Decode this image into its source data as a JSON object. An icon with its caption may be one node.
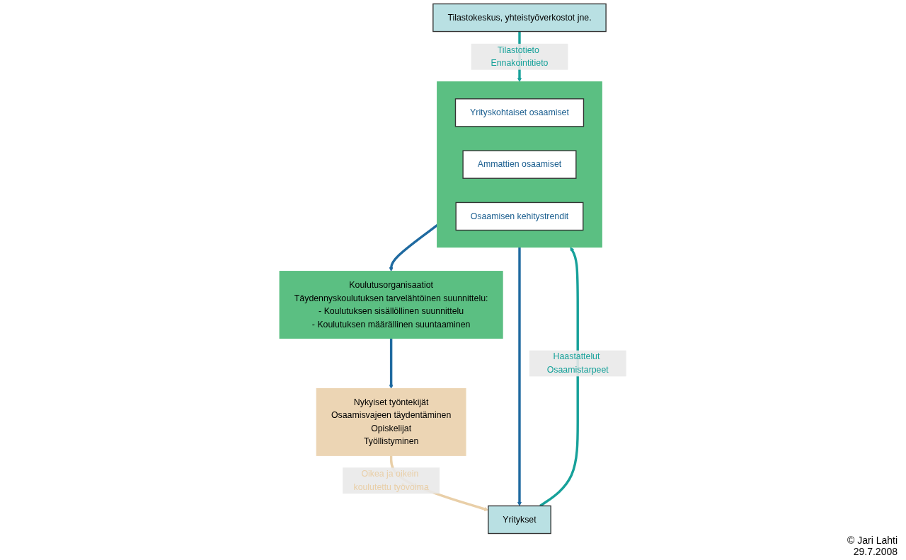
{
  "diagram": {
    "nodes": [
      {
        "text": [
          "Yritykset"
        ]
      },
      {
        "text": [
          "Tilastokeskus, yhteistyöverkostot jne."
        ]
      },
      {
        "text": [],
        "shape": "box"
      },
      {
        "text": [
          "Yrityskohtaiset osaamiset"
        ],
        "in": 2
      },
      {
        "text": [
          "Ammattien osaamiset"
        ],
        "in": 2
      },
      {
        "text": [
          "Osaamisen kehitystrendit"
        ],
        "in": 2
      },
      {
        "text": [
          "Koulutusorganisaatiot",
          "Täydennyskoulutuksen tarvelähtöinen suunnittelu:",
          "- Koulutuksen sisällöllinen suunnittelu",
          "- Koulutuksen määrällinen suuntaaminen"
        ]
      },
      {
        "text": [
          "Nykyiset työntekijät",
          "Osaamisvajeen täydentäminen",
          "Opiskelijat",
          "Työllistyminen"
        ]
      }
    ],
    "edges": [
      {
        "from": 2,
        "to": 0,
        "arrow": "to"
      },
      {
        "from": 0,
        "to": 2,
        "arrow": "to",
        "label": "Haastattelut Osaamistarpeet",
        "color": "#17a19a"
      },
      {
        "from": 1,
        "to": 2,
        "arrow": "to",
        "label": "Tilastotieto Ennakointitieto",
        "color": "#17a19a"
      },
      {
        "from": 2,
        "to": 6,
        "arrow": "to"
      },
      {
        "from": 6,
        "to": 7,
        "arrow": "to"
      },
      {
        "from": 7,
        "to": 0,
        "arrow": "to",
        "label": "Oikea ja oikein koulutettu työvoima",
        "color": "#e9cfa8"
      }
    ],
    "labels": [
      "© Jari Lahti 29.7.2008"
    ]
  }
}
